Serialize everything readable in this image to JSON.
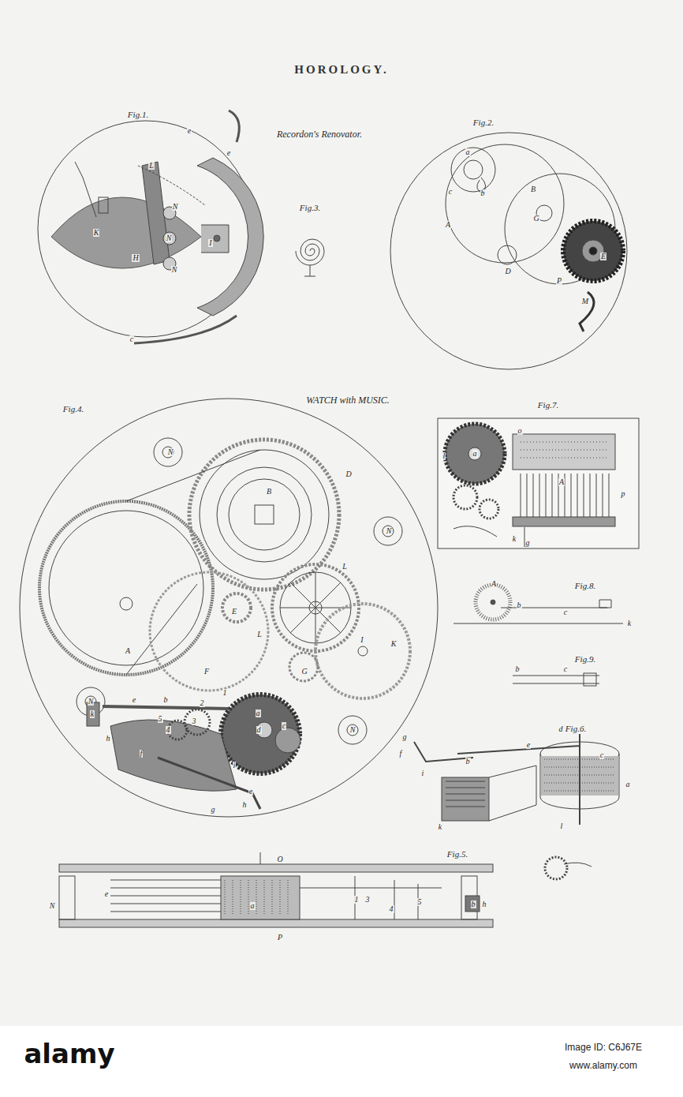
{
  "diagram": {
    "title": "HOROLOGY.",
    "labels": [
      "Fig.1.",
      "Recordon's Renovator.",
      "Fig.2.",
      "Fig.3.",
      "L",
      "K",
      "N",
      "N",
      "N",
      "H",
      "I",
      "e",
      "e",
      "c",
      "a",
      "c",
      "b",
      "B",
      "G",
      "A",
      "D",
      "P",
      "E",
      "M",
      "WATCH with MUSIC.",
      "Fig.4.",
      "Fig.7.",
      "N",
      "B",
      "D",
      "N",
      "A",
      "E",
      "L",
      "L",
      "I",
      "K",
      "F",
      "G",
      "N",
      "N",
      "a",
      "d",
      "c",
      "1",
      "2",
      "3",
      "4",
      "5",
      "e",
      "b",
      "k",
      "h",
      "f",
      "g",
      "h",
      "e",
      "i",
      "a",
      "A",
      "o",
      "p",
      "l",
      "g",
      "k",
      "Fig.8.",
      "A",
      "b",
      "c",
      "k",
      "Fig.9.",
      "b",
      "c",
      "Fig.6.",
      "g",
      "f",
      "b",
      "e",
      "d",
      "c",
      "a",
      "i",
      "k",
      "l",
      "Fig.5.",
      "O",
      "N",
      "e",
      "a",
      "1",
      "3",
      "4",
      "5",
      "b",
      "h",
      "P",
      "alamy",
      "Image ID: C6J67E",
      "www.alamy.com"
    ]
  }
}
